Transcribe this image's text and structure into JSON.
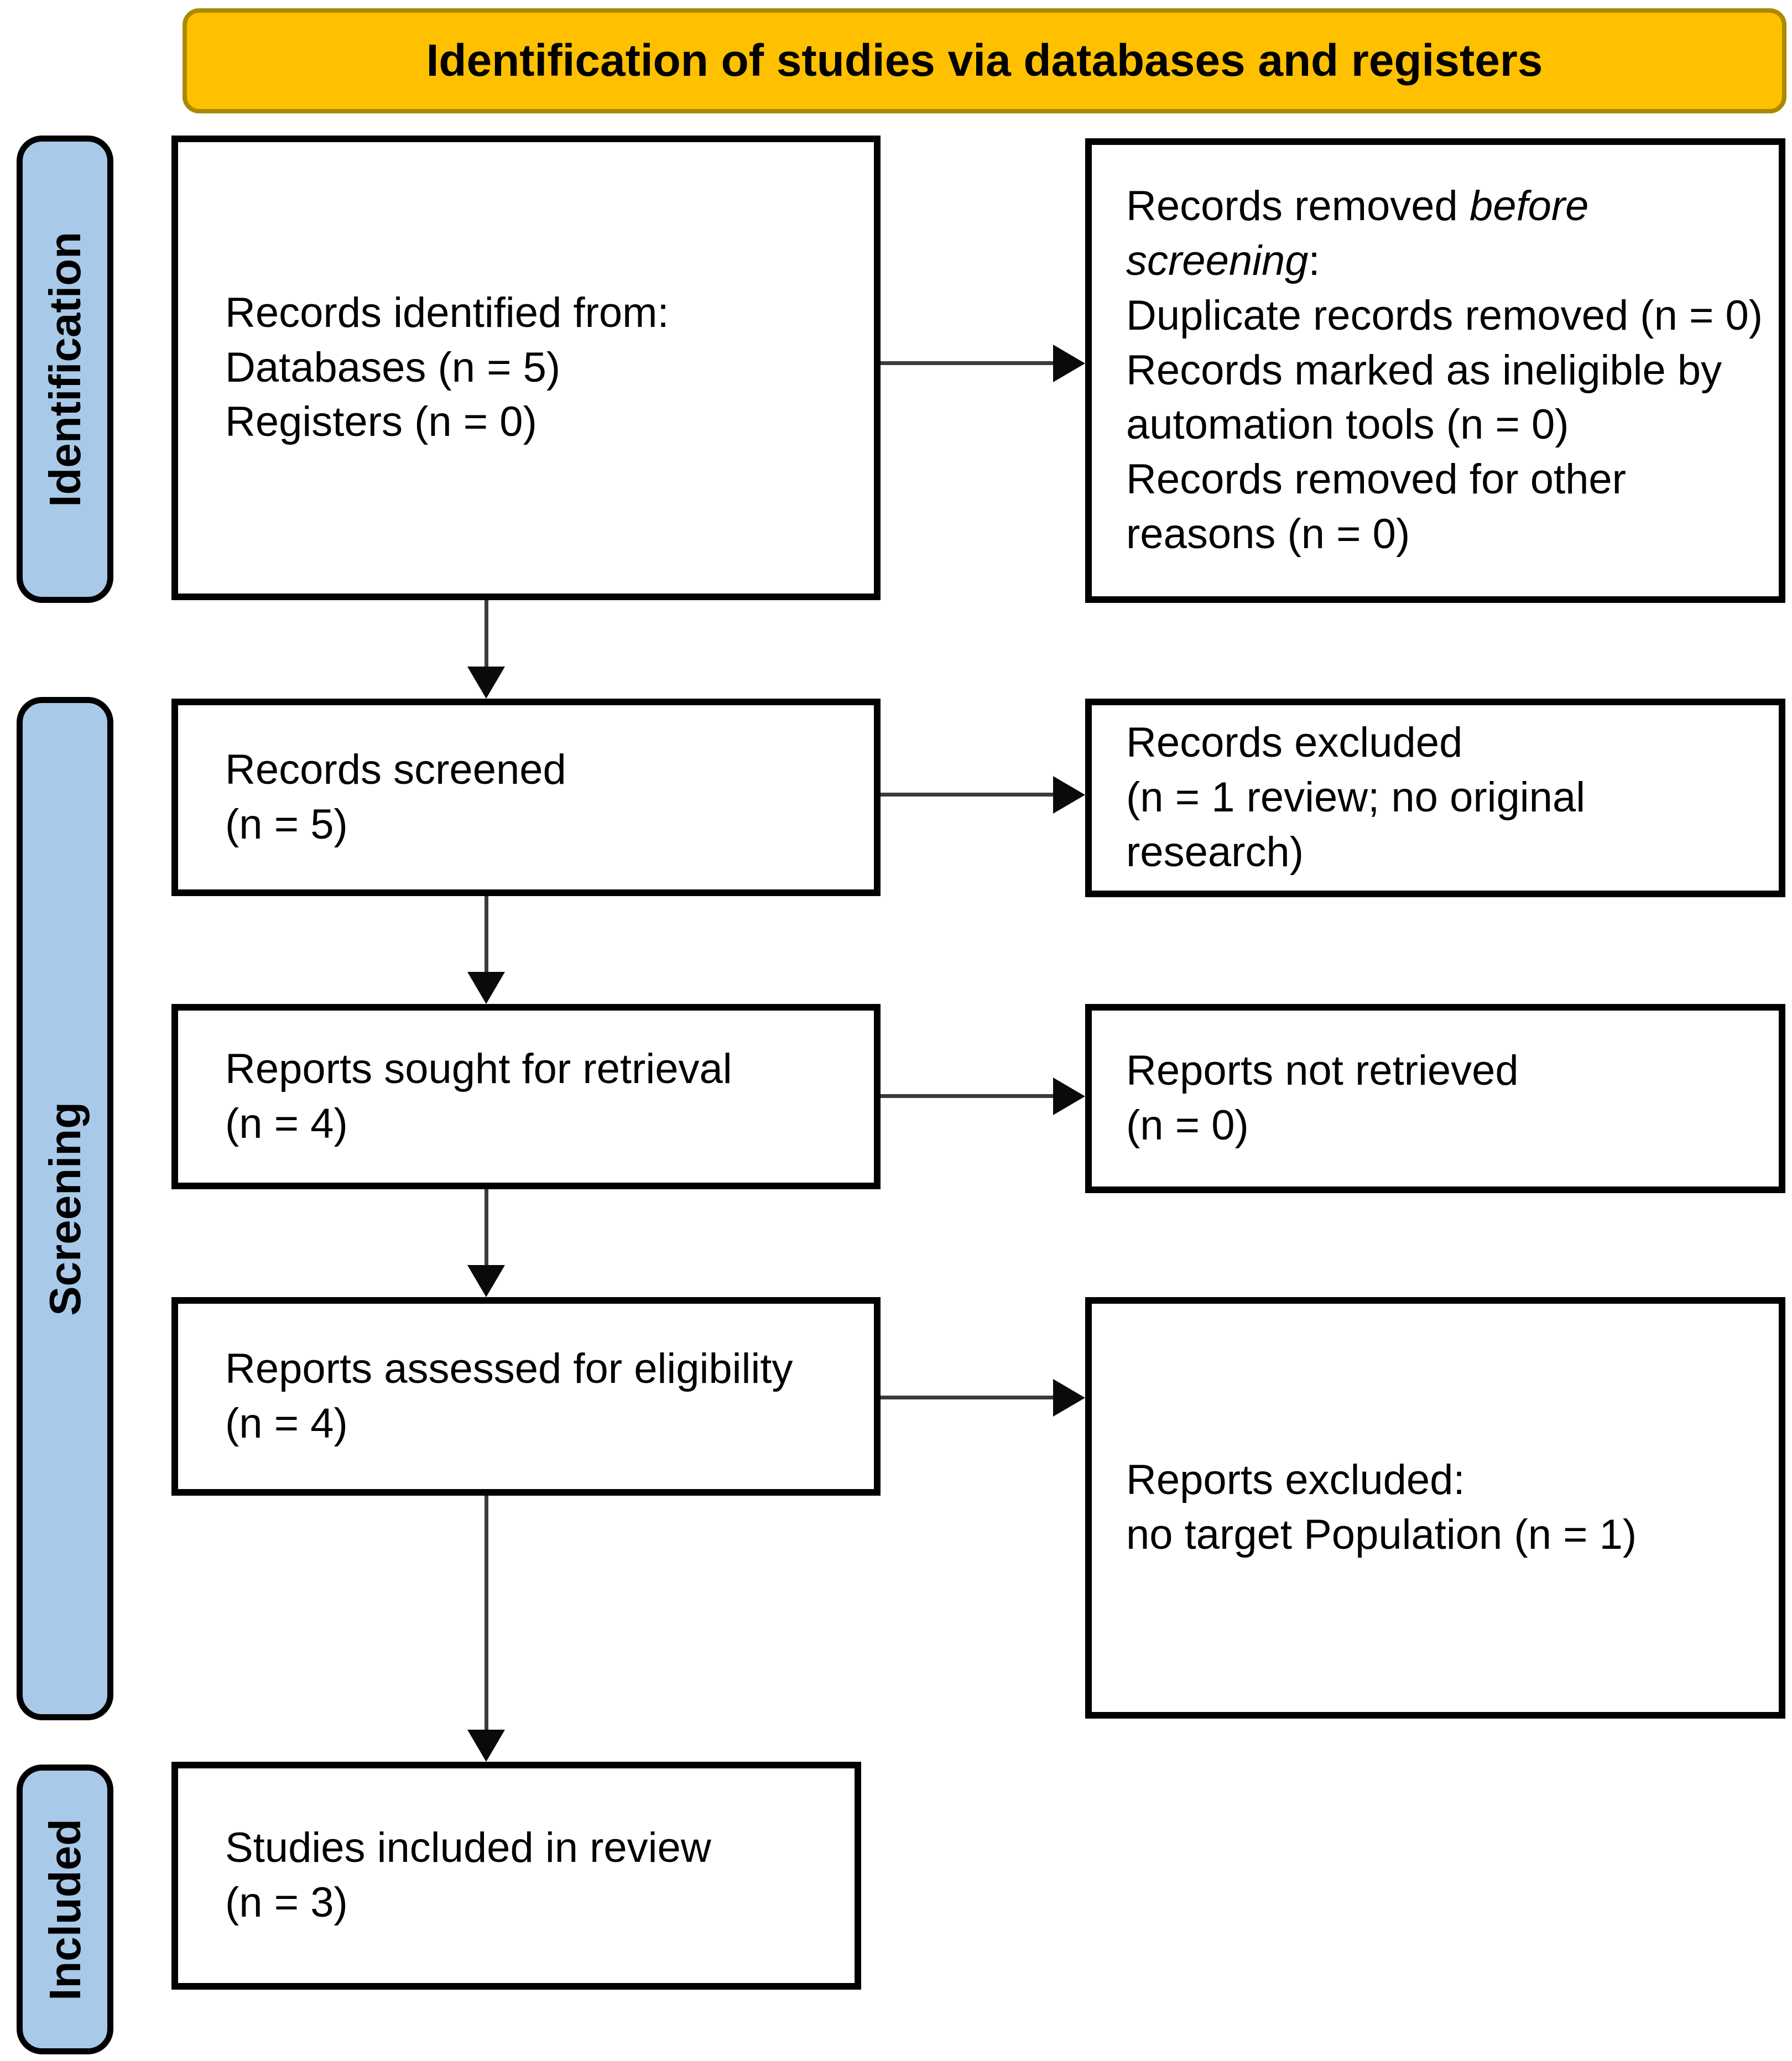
{
  "banner": {
    "title": "Identification of studies via databases and registers"
  },
  "stages": [
    {
      "label": "Identification"
    },
    {
      "label": "Screening"
    },
    {
      "label": "Included"
    }
  ],
  "boxes": {
    "identified": {
      "intro": "Records identified from:",
      "items": [
        "Databases (n = 5)",
        "Registers (n = 0)"
      ]
    },
    "removed_before_screening": {
      "intro_prefix": "Records removed ",
      "intro_italic": "before screening",
      "intro_suffix": ":",
      "items": [
        "Duplicate records removed (n = 0)",
        "Records marked as ineligible by automation tools (n = 0)",
        "Records removed for other reasons (n = 0)"
      ]
    },
    "screened": {
      "title": "Records screened",
      "count": "(n = 5)"
    },
    "records_excluded": {
      "title": "Records excluded",
      "count": "(n = 1 review; no original research)"
    },
    "sought_for_retrieval": {
      "title": "Reports sought for retrieval",
      "count": "(n = 4)"
    },
    "not_retrieved": {
      "title": "Reports not retrieved",
      "count": "(n = 0)"
    },
    "assessed_for_eligibility": {
      "title": "Reports assessed for eligibility",
      "count": "(n = 4)"
    },
    "reports_excluded": {
      "intro": "Reports excluded:",
      "items": [
        "no target Population (n = 1)"
      ]
    },
    "included_in_review": {
      "title": "Studies included in review",
      "count": "(n = 3)"
    }
  },
  "colors": {
    "banner_fill": "#FFC000",
    "banner_border": "#A98A00",
    "stage_fill": "#A9C9E9",
    "box_border": "#000000",
    "arrow_line": "#3B3B3B",
    "arrow_head": "#0A0A0A"
  }
}
